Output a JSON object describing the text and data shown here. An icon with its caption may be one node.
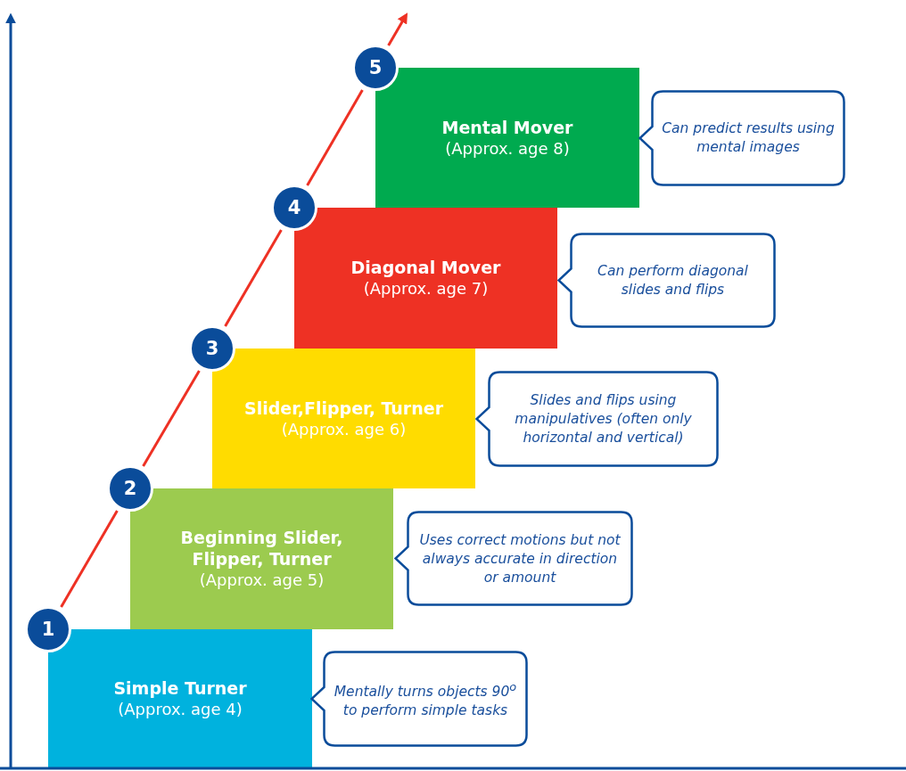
{
  "diagram": {
    "nodes": [
      {
        "text": [
          "1"
        ]
      },
      {
        "text": [
          "2"
        ]
      },
      {
        "text": [
          "3"
        ]
      },
      {
        "text": [
          "4"
        ]
      },
      {
        "text": [
          "5"
        ]
      },
      {
        "text": [
          "Simple Turner",
          "(Approx. age 4)"
        ]
      },
      {
        "text": [
          "Beginning Slider, Flipper, Turner",
          "(Approx. age 5)"
        ]
      },
      {
        "text": [
          "Slider,Flipper, Turner",
          "(Approx. age 6)"
        ]
      },
      {
        "text": [
          "Diagonal Mover",
          "(Approx. age 7)"
        ]
      },
      {
        "text": [
          "Mental Mover",
          "(Approx. age 8)"
        ]
      },
      {
        "text": [
          "Mentally turns objects 90$^{o}$ to perform simple tasks"
        ]
      },
      {
        "text": [
          "Uses correct motions but not always accurate in direction or amount"
        ]
      },
      {
        "text": [
          "Slides and flips using manipulatives (often only horizontal and vertical)"
        ]
      },
      {
        "text": [
          "Can perform diagonal slides and flips"
        ]
      },
      {
        "text": [
          "Can predict results using mental images"
        ]
      }
    ],
    "edges": [
      {
        "from": 0,
        "to": 1,
        "arrow": "none"
      },
      {
        "from": 1,
        "to": 2,
        "arrow": "none"
      },
      {
        "from": 2,
        "to": 3,
        "arrow": "none"
      },
      {
        "from": 3,
        "to": 4,
        "arrow": "none"
      },
      {
        "from": 4,
        "to": null,
        "arrow": "to"
      }
    ]
  }
}
